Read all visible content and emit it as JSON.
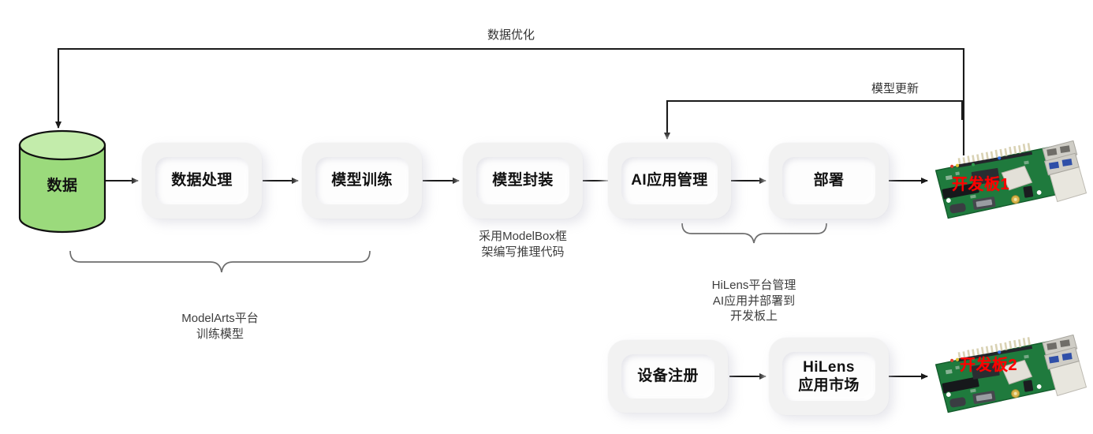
{
  "diagram": {
    "title": "ModelArts-HiLens AI 开发流程图",
    "colors": {
      "database_fill": "#9bda7c",
      "database_top": "#c3ecab",
      "node_surface": "#f2f2f2",
      "node_inner": "#fdfdfd",
      "arrow": "#1a1a1a",
      "bracket": "#595959",
      "board_tag": "#ff0000"
    }
  },
  "nodes": {
    "database": {
      "label": "数据"
    },
    "data_process": {
      "label": "数据处理"
    },
    "model_train": {
      "label": "模型训练"
    },
    "model_package": {
      "label": "模型封装"
    },
    "ai_app_manage": {
      "label": "AI应用管理"
    },
    "deploy": {
      "label": "部署"
    },
    "device_register": {
      "label": "设备注册"
    },
    "hilens_market": {
      "label": "HiLens\n应用市场"
    }
  },
  "boards": {
    "board1": {
      "tag": "开发板1"
    },
    "board2": {
      "tag": "开发板2"
    }
  },
  "edge_labels": {
    "data_optimize": "数据优化",
    "model_update": "模型更新"
  },
  "captions": {
    "modelbox": "采用ModelBox框\n架编写推理代码",
    "modelarts": "ModelArts平台\n训练模型",
    "hilens": "HiLens平台管理\nAI应用并部署到\n开发板上"
  }
}
